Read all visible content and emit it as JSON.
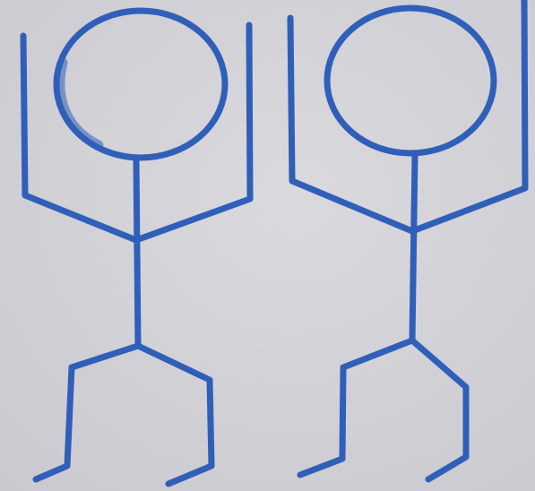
{
  "scene": {
    "paper_color": "#d9d9de",
    "paper_shade_color": "#c9c9cf",
    "ink_color": "#2f5fb8",
    "ink_dark_color": "#2a4fa0",
    "figures": [
      {
        "name": "stick-figure-left",
        "pose": "arms-raised"
      },
      {
        "name": "stick-figure-right",
        "pose": "arms-raised"
      }
    ]
  }
}
